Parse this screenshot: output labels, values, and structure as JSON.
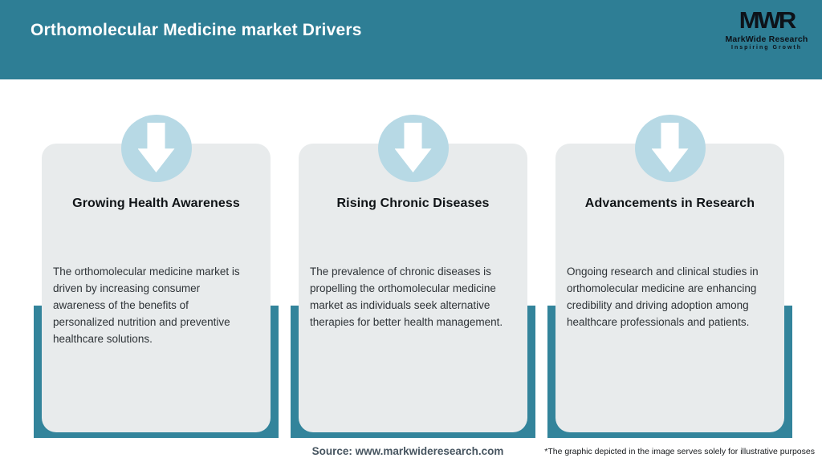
{
  "header": {
    "title": "Orthomolecular Medicine market Drivers",
    "logo": {
      "mark": "MWR",
      "name": "MarkWide Research",
      "tagline": "Inspiring Growth"
    }
  },
  "cards": [
    {
      "icon": "down-arrow-icon",
      "title": "Growing Health Awareness",
      "description": "The orthomolecular medicine market is\ndriven by increasing consumer\nawareness of the benefits of\npersonalized nutrition and preventive\nhealthcare solutions."
    },
    {
      "icon": "down-arrow-icon",
      "title": "Rising Chronic Diseases",
      "description": "The prevalence of chronic diseases is\npropelling the orthomolecular medicine\nmarket as individuals seek alternative\ntherapies for better health management."
    },
    {
      "icon": "down-arrow-icon",
      "title": "Advancements in Research",
      "description": "Ongoing research and clinical studies in\northomolecular medicine are enhancing\ncredibility and driving adoption among\nhealthcare professionals and patients."
    }
  ],
  "footer": {
    "source": "Source: www.markwideresearch.com",
    "disclaimer": "*The graphic depicted in the image serves solely for illustrative purposes"
  },
  "colors": {
    "header_teal": "#2E7E95",
    "band_teal": "#33849B",
    "circle_blue": "#B7D9E5",
    "card_gray": "#E8EBEC",
    "source_text": "#475560"
  }
}
